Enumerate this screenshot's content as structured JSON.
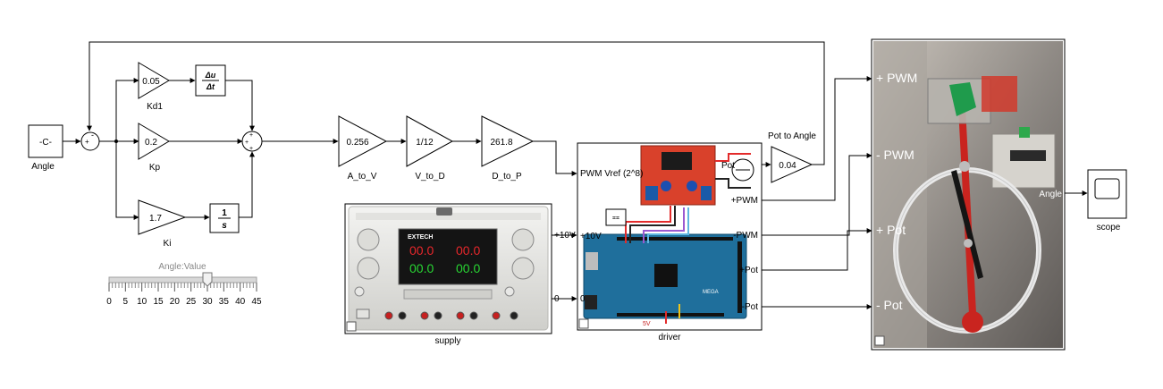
{
  "blocks": {
    "angle_const": {
      "value": "-C-",
      "name": "Angle"
    },
    "sum1": {
      "signs": "+ -"
    },
    "kd1": {
      "value": "0.05",
      "name": "Kd1"
    },
    "kp": {
      "value": "0.2",
      "name": "Kp"
    },
    "ki": {
      "value": "1.7",
      "name": "Ki"
    },
    "derivative": {
      "num": "Δu",
      "den": "Δt"
    },
    "integrator": {
      "num": "1",
      "den": "s"
    },
    "sum2": {
      "signs": "+ + +"
    },
    "a_to_v": {
      "value": "0.256",
      "name": "A_to_V"
    },
    "v_to_d": {
      "value": "1/12",
      "name": "V_to_D"
    },
    "d_to_p": {
      "value": "261.8",
      "name": "D_to_P"
    },
    "pot_to_angle": {
      "value": "0.04",
      "name": "Pot to Angle"
    },
    "scope": {
      "name": "scope",
      "port": "Angle"
    }
  },
  "slider": {
    "title": "Angle:Value",
    "ticks": [
      "0",
      "5",
      "10",
      "15",
      "20",
      "25",
      "30",
      "35",
      "40",
      "45"
    ],
    "value": 30,
    "max": 45
  },
  "supply": {
    "name": "supply",
    "brand": "EXTECH",
    "port_top": "+10V",
    "port_bottom": "0",
    "display": [
      "00.0",
      "00.0",
      "00.0",
      "00.0"
    ]
  },
  "driver": {
    "name": "driver",
    "in_pwm_vref": "PWM Vref (2^8)",
    "in_10v": "+10V",
    "in_0": "0",
    "out_pwm_plus": "+PWM",
    "out_pwm_minus": "-PWM",
    "out_pot_plus": "+Pot",
    "out_pot_minus": "-Pot",
    "pot_label": "Pot",
    "five_v": "5V",
    "board": "MEGA"
  },
  "plant": {
    "port_pwm_plus": "+ PWM",
    "port_pwm_minus": "- PWM",
    "port_pot_plus": "+ Pot",
    "port_pot_minus": "- Pot"
  },
  "colors": {
    "gain_fill": "#ffffff",
    "line": "#000000",
    "arduino": "#1f6f9c",
    "driver_board": "#d9412b"
  }
}
